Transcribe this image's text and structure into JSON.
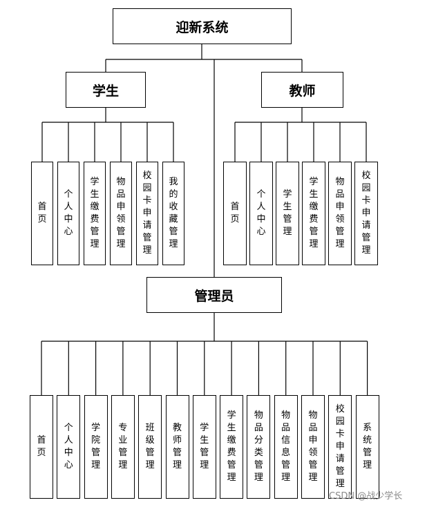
{
  "root": {
    "label": "迎新系统"
  },
  "student": {
    "label": "学生",
    "children": [
      "首页",
      "个人中心",
      "学生缴费管理",
      "物品申领管理",
      "校园卡申请管理",
      "我的收藏管理"
    ]
  },
  "teacher": {
    "label": "教师",
    "children": [
      "首页",
      "个人中心",
      "学生管理",
      "学生缴费管理",
      "物品申领管理",
      "校园卡申请管理"
    ]
  },
  "admin": {
    "label": "管理员",
    "children": [
      "首页",
      "个人中心",
      "学院管理",
      "专业管理",
      "班级管理",
      "教师管理",
      "学生管理",
      "学生缴费管理",
      "物品分类管理",
      "物品信息管理",
      "物品申领管理",
      "校园卡申请管理",
      "系统管理"
    ]
  },
  "watermark": "CSDN @战少学长"
}
